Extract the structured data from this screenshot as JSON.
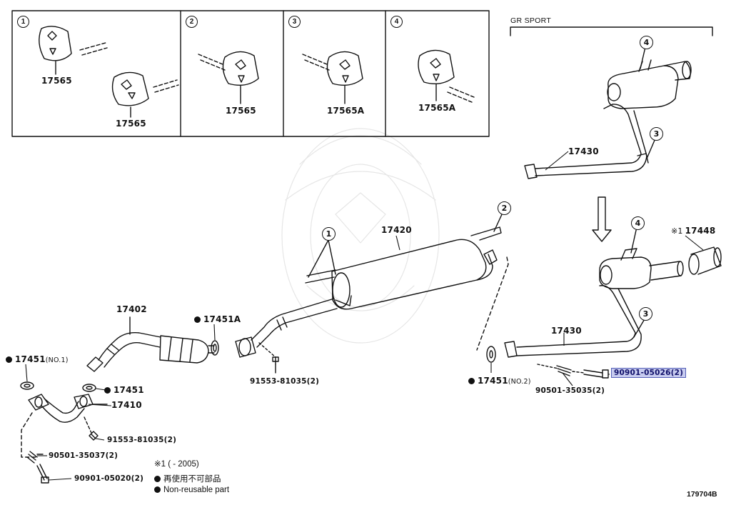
{
  "inset_boxes": [
    {
      "no": "1",
      "parts": [
        "17565",
        "17565"
      ]
    },
    {
      "no": "2",
      "parts": [
        "17565"
      ]
    },
    {
      "no": "3",
      "parts": [
        "17565A"
      ]
    },
    {
      "no": "4",
      "parts": [
        "17565A"
      ]
    }
  ],
  "gr_sport": {
    "label": "GR SPORT",
    "pipe": "17430",
    "callout_hanger": "4",
    "callout_clamp": "3"
  },
  "main": {
    "muffler_center": "17420",
    "front_pipe": "17402",
    "manifold_pipe": "17410",
    "tail_pipe": "17430",
    "tail_tip": "17448",
    "tail_tip_note": "※1",
    "gasket_a": "17451A",
    "gasket_no1": "17451",
    "gasket_no1_suffix": "(NO.1)",
    "gasket_mid": "17451",
    "gasket_no2": "17451",
    "gasket_no2_suffix": "(NO.2)",
    "bolt_center": "91553-81035(2)",
    "bolt_front": "91553-81035(2)",
    "spring_front": "90501-35037(2)",
    "bolt_long_front": "90901-05020(2)",
    "spring_rear": "90501-35035(2)",
    "bolt_rear_highlight": "90901-05026(2)",
    "callout_1": "1",
    "callout_2": "2",
    "callout_3": "3",
    "callout_4": "4"
  },
  "legend": {
    "footnote": "※1 (       - 2005)",
    "jp_label": "再使用不可部品",
    "en_label": "Non-reusable part"
  },
  "figure_id": "179704B"
}
